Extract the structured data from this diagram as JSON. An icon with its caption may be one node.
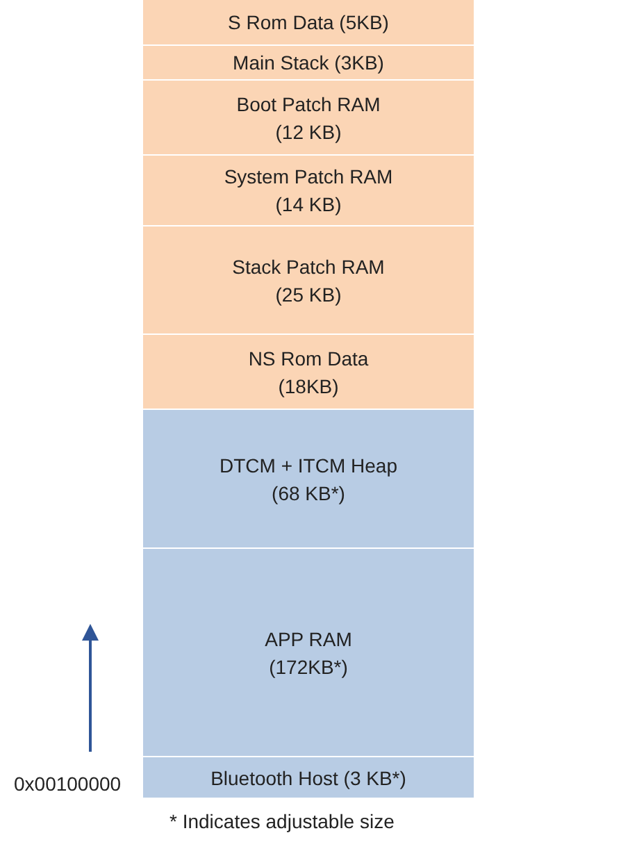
{
  "diagram": {
    "nodes": [
      {
        "text": [
          "S Rom Data (5KB)"
        ]
      },
      {
        "text": [
          "Main Stack (3KB)"
        ]
      },
      {
        "text": [
          "Boot Patch RAM (12 KB)"
        ]
      },
      {
        "text": [
          "System Patch RAM (14 KB)"
        ]
      },
      {
        "text": [
          "Stack Patch RAM (25 KB)"
        ]
      },
      {
        "text": [
          "NS Rom Data (18KB)"
        ]
      },
      {
        "text": [
          "DTCM + ITCM Heap (68 KB*)"
        ]
      },
      {
        "text": [
          "APP RAM (172KB*)"
        ]
      },
      {
        "text": [
          "Bluetooth Host (3 KB*)"
        ]
      }
    ],
    "labels": [
      "0x00100000",
      "* Indicates adjustable size"
    ]
  }
}
